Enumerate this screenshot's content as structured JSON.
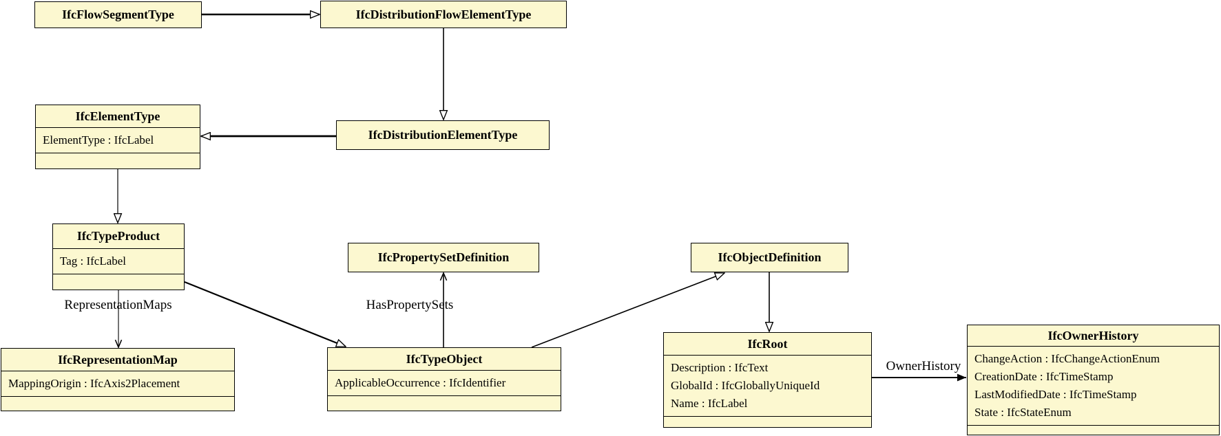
{
  "colors": {
    "background": "#ffffff",
    "box_fill": "#fcf8d0",
    "box_border": "#000000",
    "line": "#000000"
  },
  "classes": [
    {
      "name": "IfcFlowSegmentType",
      "attributes": []
    },
    {
      "name": "IfcDistributionFlowElementType",
      "attributes": []
    },
    {
      "name": "IfcElementType",
      "attributes": [
        "ElementType : IfcLabel"
      ]
    },
    {
      "name": "IfcDistributionElementType",
      "attributes": []
    },
    {
      "name": "IfcTypeProduct",
      "attributes": [
        "Tag : IfcLabel"
      ]
    },
    {
      "name": "IfcPropertySetDefinition",
      "attributes": []
    },
    {
      "name": "IfcObjectDefinition",
      "attributes": []
    },
    {
      "name": "IfcRepresentationMap",
      "attributes": [
        "MappingOrigin : IfcAxis2Placement"
      ]
    },
    {
      "name": "IfcTypeObject",
      "attributes": [
        "ApplicableOccurrence : IfcIdentifier"
      ]
    },
    {
      "name": "IfcRoot",
      "attributes": [
        "Description : IfcText",
        "GlobalId : IfcGloballyUniqueId",
        "Name : IfcLabel"
      ]
    },
    {
      "name": "IfcOwnerHistory",
      "attributes": [
        "ChangeAction : IfcChangeActionEnum",
        "CreationDate : IfcTimeStamp",
        "LastModifiedDate : IfcTimeStamp",
        "State : IfcStateEnum"
      ]
    }
  ],
  "relationships": [
    {
      "from": "IfcFlowSegmentType",
      "to": "IfcDistributionFlowElementType",
      "type": "inheritance",
      "label": ""
    },
    {
      "from": "IfcDistributionFlowElementType",
      "to": "IfcDistributionElementType",
      "type": "inheritance",
      "label": ""
    },
    {
      "from": "IfcDistributionElementType",
      "to": "IfcElementType",
      "type": "inheritance",
      "label": ""
    },
    {
      "from": "IfcElementType",
      "to": "IfcTypeProduct",
      "type": "inheritance",
      "label": ""
    },
    {
      "from": "IfcTypeProduct",
      "to": "IfcTypeObject",
      "type": "inheritance",
      "label": ""
    },
    {
      "from": "IfcTypeObject",
      "to": "IfcObjectDefinition",
      "type": "inheritance",
      "label": ""
    },
    {
      "from": "IfcObjectDefinition",
      "to": "IfcRoot",
      "type": "inheritance",
      "label": ""
    },
    {
      "from": "IfcTypeProduct",
      "to": "IfcRepresentationMap",
      "type": "association",
      "label": "RepresentationMaps"
    },
    {
      "from": "IfcTypeObject",
      "to": "IfcPropertySetDefinition",
      "type": "association",
      "label": "HasPropertySets"
    },
    {
      "from": "IfcRoot",
      "to": "IfcOwnerHistory",
      "type": "association",
      "label": "OwnerHistory"
    }
  ],
  "labels": {
    "representation_maps": "RepresentationMaps",
    "has_property_sets": "HasPropertySets",
    "owner_history": "OwnerHistory"
  }
}
